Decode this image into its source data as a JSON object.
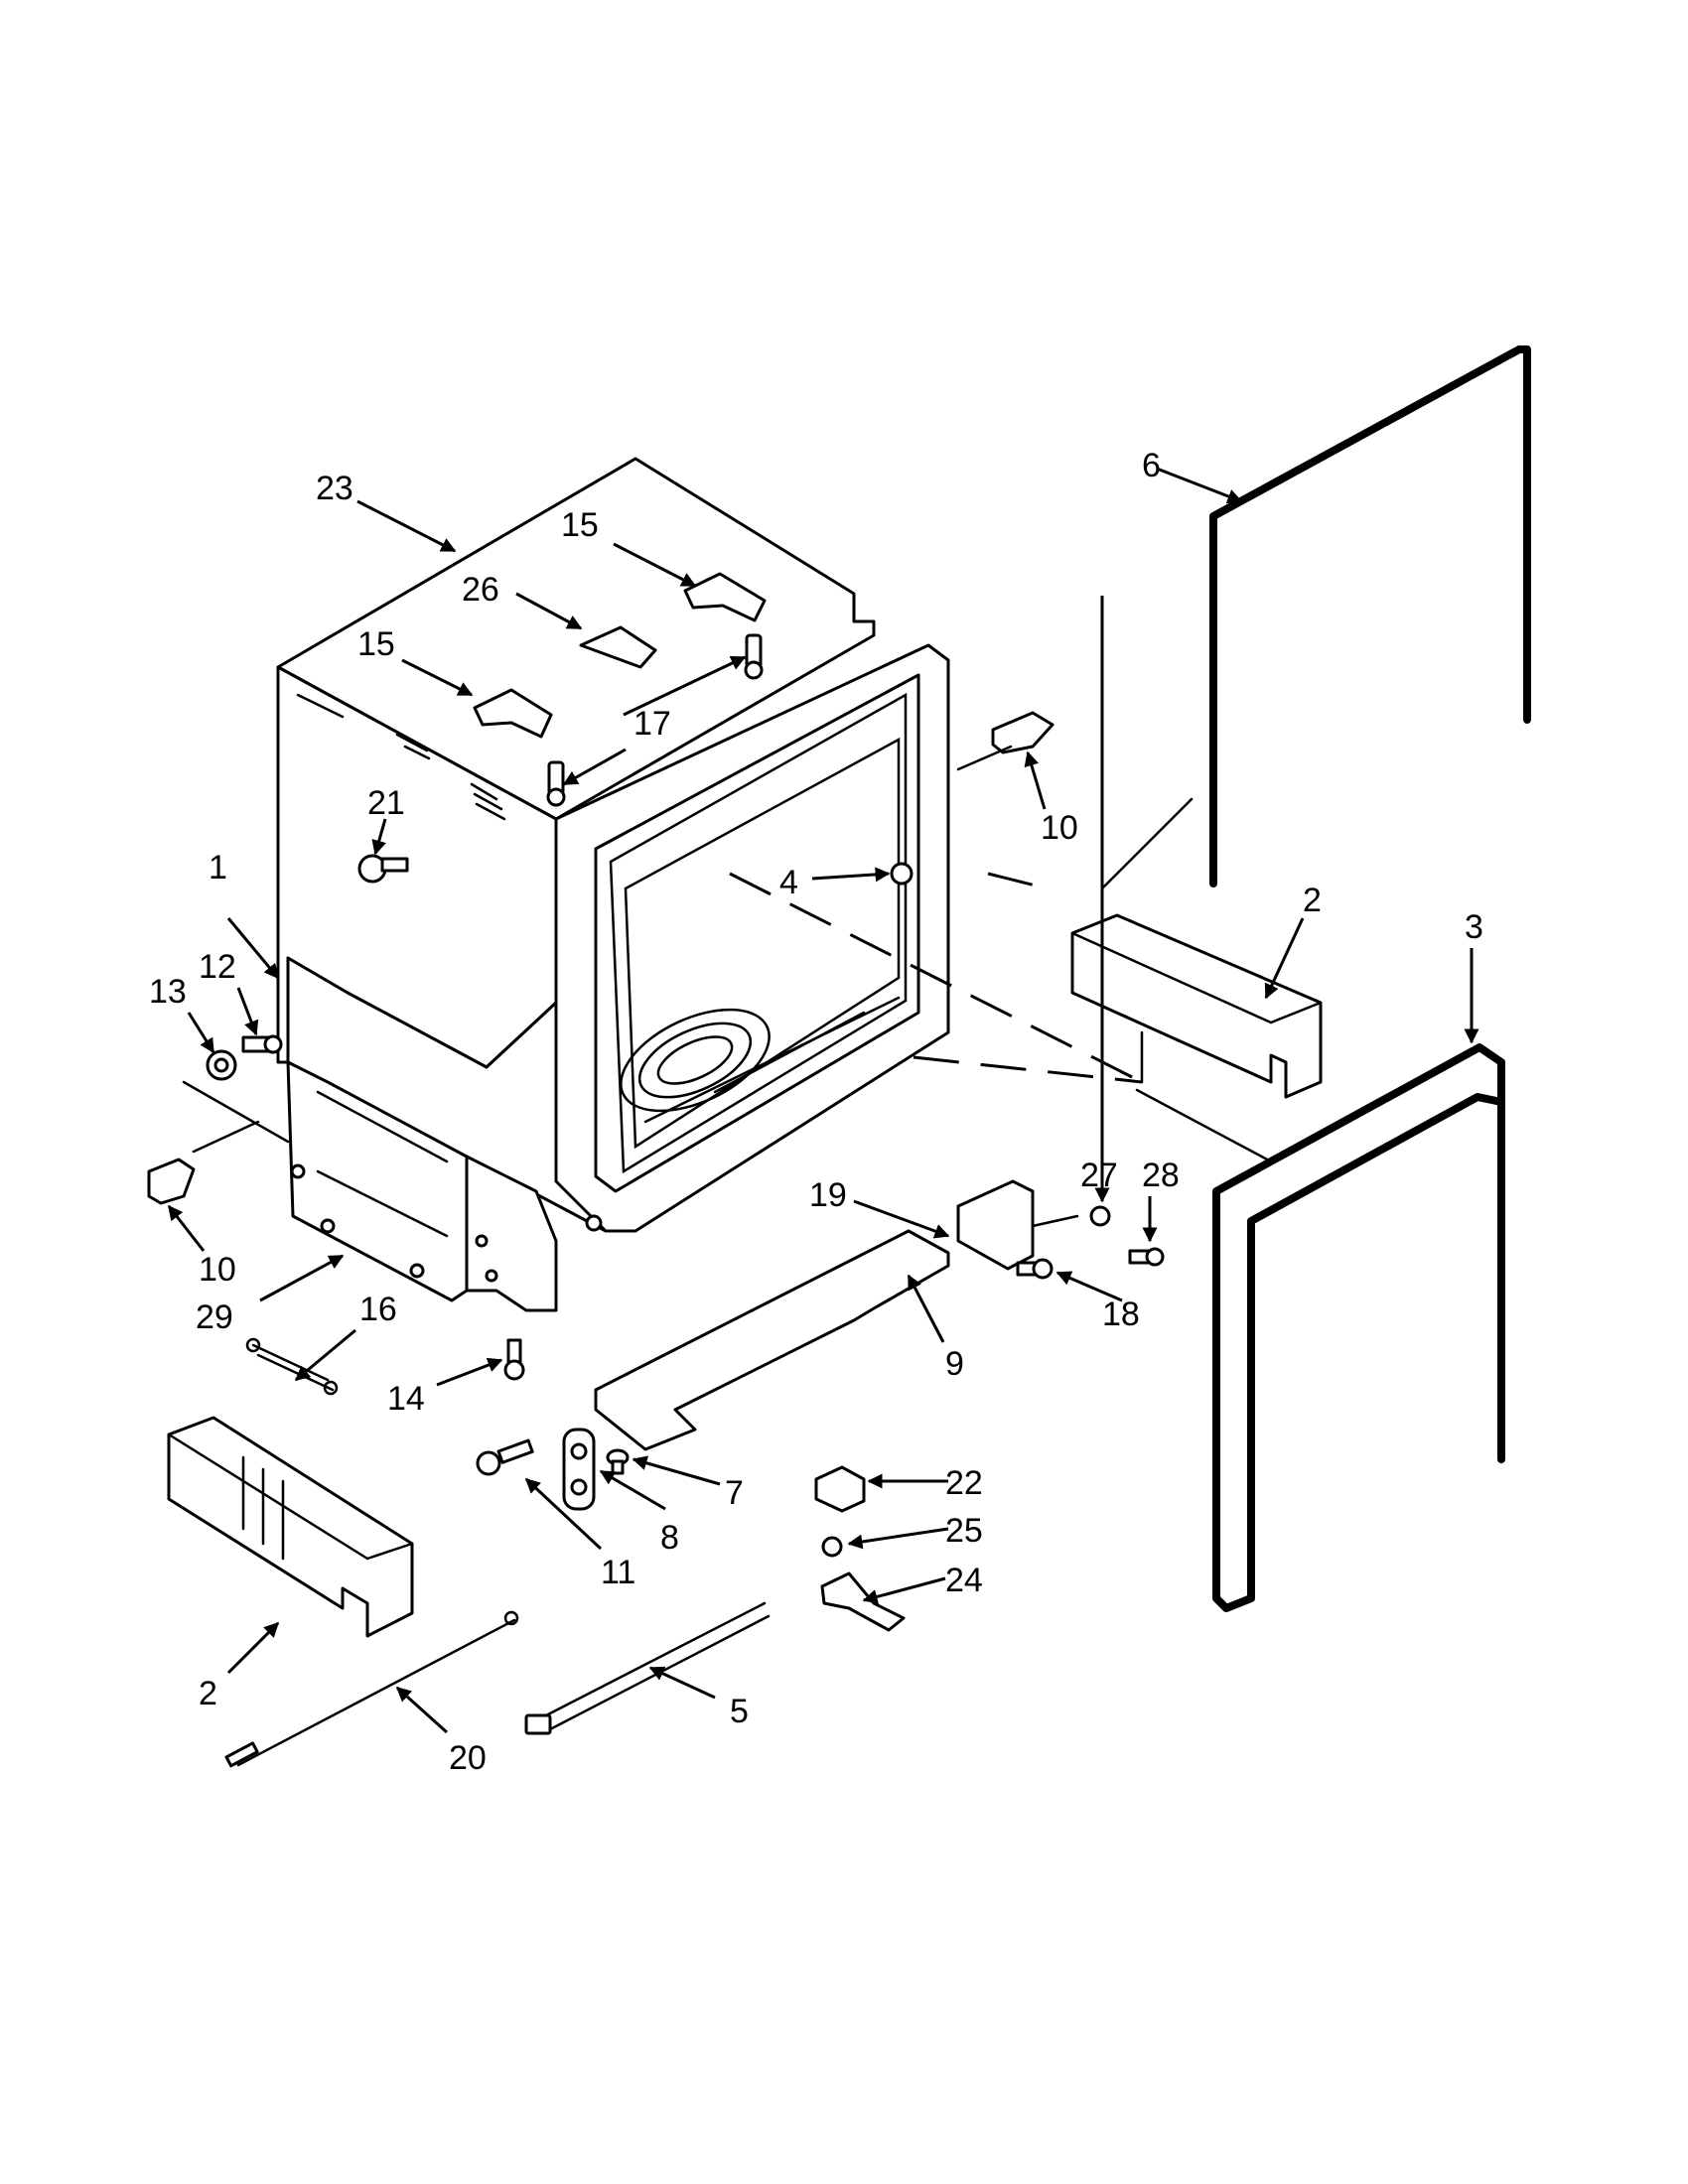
{
  "callouts": [
    {
      "id": "c1",
      "label": "1"
    },
    {
      "id": "c2a",
      "label": "2"
    },
    {
      "id": "c2b",
      "label": "2"
    },
    {
      "id": "c3",
      "label": "3"
    },
    {
      "id": "c4",
      "label": "4"
    },
    {
      "id": "c5",
      "label": "5"
    },
    {
      "id": "c6",
      "label": "6"
    },
    {
      "id": "c7",
      "label": "7"
    },
    {
      "id": "c8",
      "label": "8"
    },
    {
      "id": "c9",
      "label": "9"
    },
    {
      "id": "c10a",
      "label": "10"
    },
    {
      "id": "c10b",
      "label": "10"
    },
    {
      "id": "c11",
      "label": "11"
    },
    {
      "id": "c12",
      "label": "12"
    },
    {
      "id": "c13",
      "label": "13"
    },
    {
      "id": "c14",
      "label": "14"
    },
    {
      "id": "c15a",
      "label": "15"
    },
    {
      "id": "c15b",
      "label": "15"
    },
    {
      "id": "c16",
      "label": "16"
    },
    {
      "id": "c17",
      "label": "17"
    },
    {
      "id": "c18",
      "label": "18"
    },
    {
      "id": "c19",
      "label": "19"
    },
    {
      "id": "c20",
      "label": "20"
    },
    {
      "id": "c21",
      "label": "21"
    },
    {
      "id": "c22",
      "label": "22"
    },
    {
      "id": "c23",
      "label": "23"
    },
    {
      "id": "c24",
      "label": "24"
    },
    {
      "id": "c25",
      "label": "25"
    },
    {
      "id": "c26",
      "label": "26"
    },
    {
      "id": "c27",
      "label": "27"
    },
    {
      "id": "c28",
      "label": "28"
    },
    {
      "id": "c29",
      "label": "29"
    }
  ]
}
